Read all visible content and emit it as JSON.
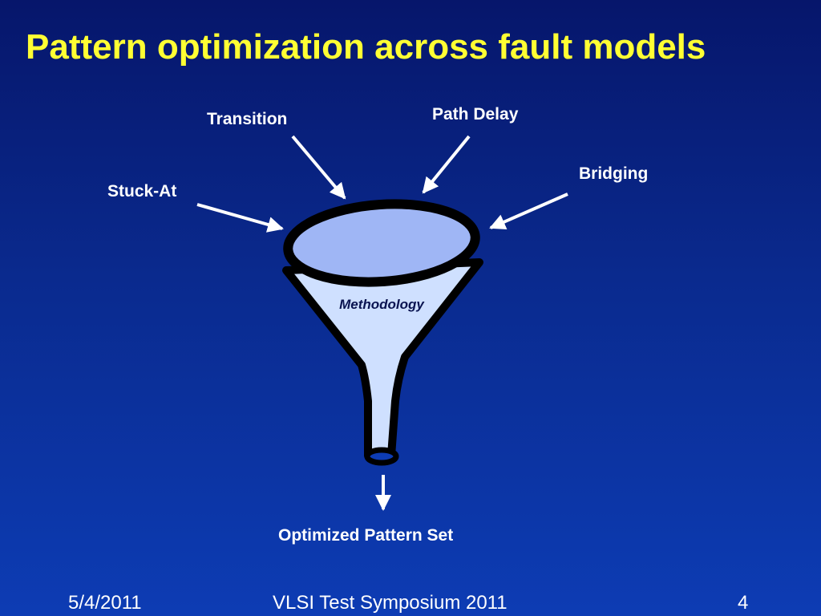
{
  "slide": {
    "title": "Pattern optimization across fault models"
  },
  "diagram": {
    "inputs": {
      "transition": "Transition",
      "path_delay": "Path Delay",
      "bridging": "Bridging",
      "stuck_at": "Stuck-At"
    },
    "funnel_label": "Methodology",
    "output": "Optimized Pattern Set"
  },
  "footer": {
    "date": "5/4/2011",
    "event": "VLSI Test Symposium 2011",
    "page": "4"
  },
  "colors": {
    "title": "#ffff33",
    "text": "#ffffff",
    "funnel_fill": "#cfe0ff",
    "funnel_mouth": "#9fb6f5",
    "funnel_outline": "#000000"
  }
}
